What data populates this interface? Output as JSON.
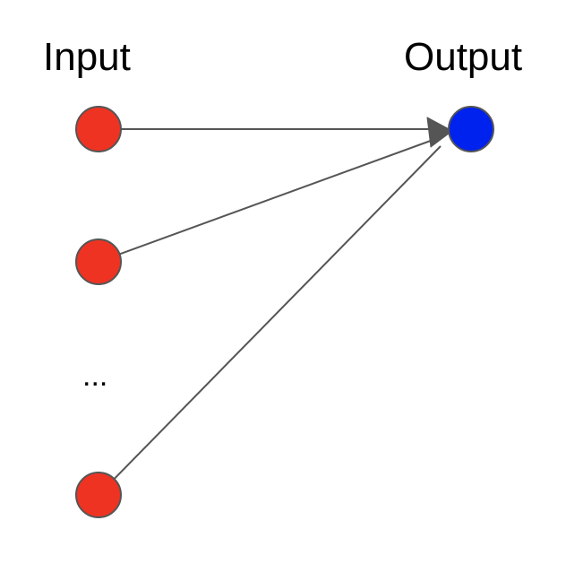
{
  "labels": {
    "input": "Input",
    "output": "Output",
    "ellipsis": "..."
  },
  "colors": {
    "input_node_fill": "#ee3322",
    "output_node_fill": "#0022ee",
    "node_stroke": "#555555",
    "edge": "#555555"
  },
  "diagram": {
    "input_nodes": [
      "input-node-1",
      "input-node-2",
      "input-node-3"
    ],
    "output_nodes": [
      "output-node"
    ]
  }
}
